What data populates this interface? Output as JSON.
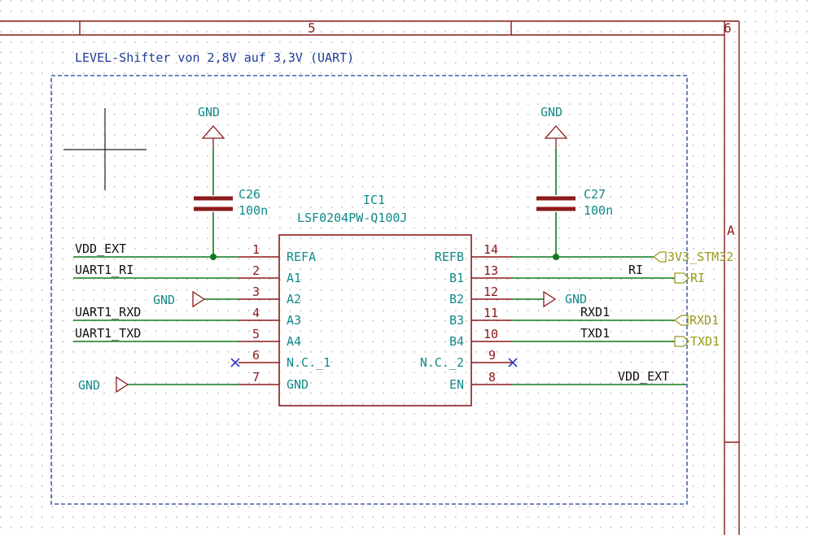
{
  "sheet": {
    "title_block_numbers": [
      "5",
      "6"
    ],
    "title_block_letter": "A",
    "group_title": "LEVEL-Shifter von 2,8V auf 3,3V (UART)"
  },
  "ic": {
    "reference": "IC1",
    "value": "LSF0204PW-Q100J",
    "left_pins": [
      {
        "num": "1",
        "name": "REFA"
      },
      {
        "num": "2",
        "name": "A1"
      },
      {
        "num": "3",
        "name": "A2"
      },
      {
        "num": "4",
        "name": "A3"
      },
      {
        "num": "5",
        "name": "A4"
      },
      {
        "num": "6",
        "name": "N.C._1"
      },
      {
        "num": "7",
        "name": "GND"
      }
    ],
    "right_pins": [
      {
        "num": "14",
        "name": "REFB"
      },
      {
        "num": "13",
        "name": "B1"
      },
      {
        "num": "12",
        "name": "B2"
      },
      {
        "num": "11",
        "name": "B3"
      },
      {
        "num": "10",
        "name": "B4"
      },
      {
        "num": "9",
        "name": "N.C._2"
      },
      {
        "num": "8",
        "name": "EN"
      }
    ]
  },
  "capacitors": [
    {
      "ref": "C26",
      "value": "100n"
    },
    {
      "ref": "C27",
      "value": "100n"
    }
  ],
  "power_symbols": {
    "gnd": "GND"
  },
  "net_labels": {
    "vdd_ext_left": "VDD_EXT",
    "uart1_ri": "UART1_RI",
    "uart1_rxd": "UART1_RXD",
    "uart1_txd": "UART1_TXD",
    "ri": "RI",
    "rxd1": "RXD1",
    "txd1": "TXD1",
    "vdd_ext_right": "VDD_EXT"
  },
  "global_labels": {
    "v33": "3V3_STM32",
    "ri": "RI",
    "rxd1": "RXD1",
    "txd1": "TXD1"
  },
  "colors": {
    "wire": "#0e7a1e",
    "component": "#8b1a1a",
    "power_text": "#138a8a",
    "group_box": "#1c3c9a",
    "global_label": "#9a9a1a",
    "no_connect": "#2a3cc0",
    "grid_dot": "#b8b8b8"
  }
}
